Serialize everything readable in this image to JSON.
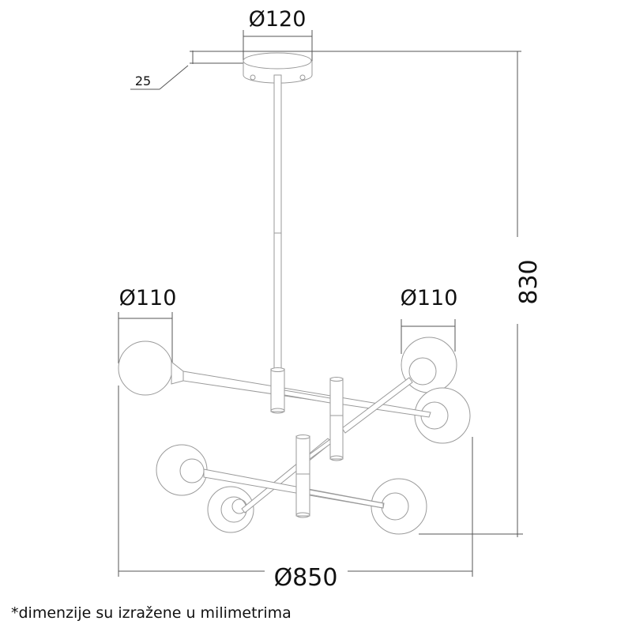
{
  "dimensions": {
    "canopy_diameter": "Ø120",
    "canopy_height": "25",
    "total_height": "830",
    "globe_left_diameter": "Ø110",
    "globe_right_diameter": "Ø110",
    "total_diameter": "Ø850"
  },
  "footnote": "*dimenzije su izražene u milimetrima"
}
